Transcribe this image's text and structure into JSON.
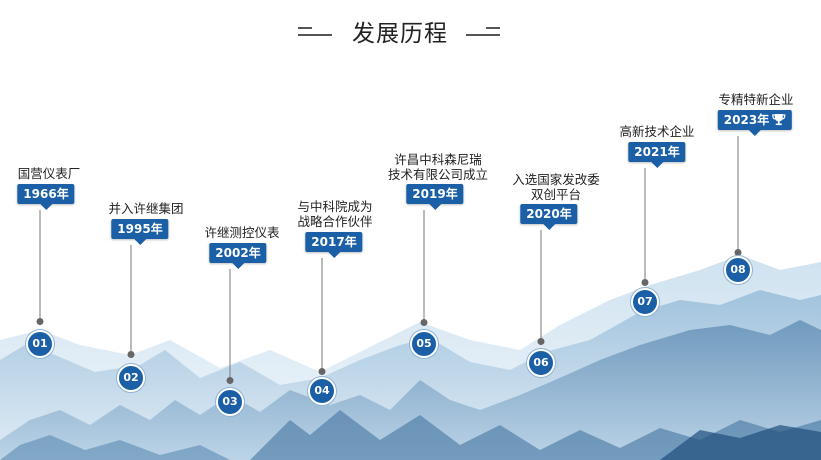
{
  "header": {
    "title": "发展历程"
  },
  "colors": {
    "primary": "#1b5fa6",
    "mountain_light": "#d6e6f2",
    "mountain_dark": "#3d6f9c"
  },
  "milestones": [
    {
      "num": "01",
      "year": "1966年",
      "text": [
        "国营仪表厂"
      ]
    },
    {
      "num": "02",
      "year": "1995年",
      "text": [
        "并入许继集团"
      ]
    },
    {
      "num": "03",
      "year": "2002年",
      "text": [
        "许继测控仪表"
      ]
    },
    {
      "num": "04",
      "year": "2017年",
      "text": [
        "与中科院成为",
        "战略合作伙伴"
      ]
    },
    {
      "num": "05",
      "year": "2019年",
      "text": [
        "许昌中科森尼瑞",
        "技术有限公司成立"
      ]
    },
    {
      "num": "06",
      "year": "2020年",
      "text": [
        "入选国家发改委",
        "双创平台"
      ]
    },
    {
      "num": "07",
      "year": "2021年",
      "text": [
        "高新技术企业"
      ]
    },
    {
      "num": "08",
      "year": "2023年",
      "text": [
        "专精特新企业"
      ],
      "icon": "trophy-icon"
    }
  ]
}
